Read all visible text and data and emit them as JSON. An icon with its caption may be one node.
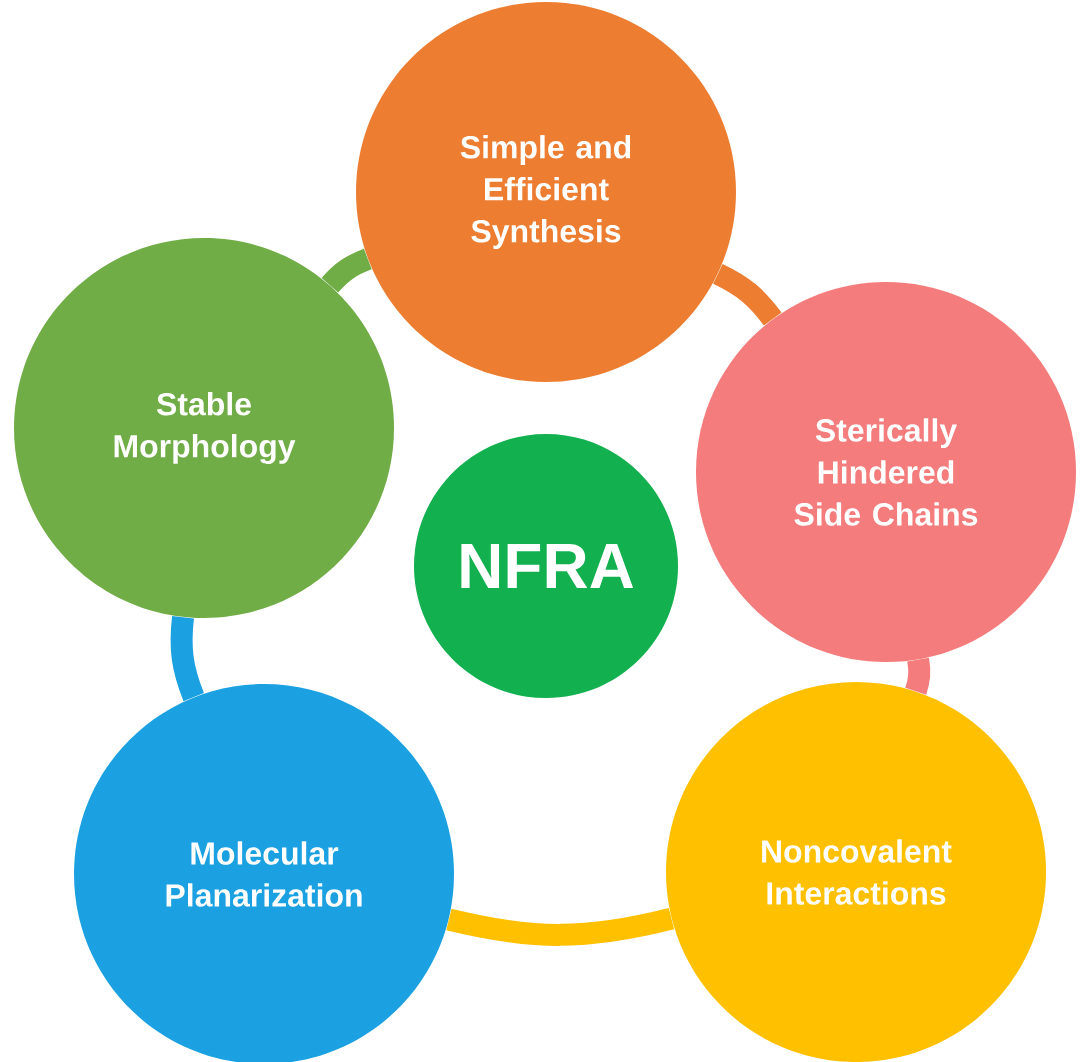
{
  "diagram": {
    "nodes": [
      {
        "text": [
          "Simple and Efficient Synthesis"
        ]
      },
      {
        "text": [
          "Sterically Hindered Side Chains"
        ]
      },
      {
        "text": [
          "Noncovalent Interactions"
        ]
      },
      {
        "text": [
          "Molecular Planarization"
        ]
      },
      {
        "text": [
          "Stable Morphology"
        ]
      },
      {
        "text": [
          "NFRA"
        ]
      }
    ],
    "edges": [
      {
        "from": 0,
        "to": 1,
        "arrow": "none",
        "color": "#ed7d31"
      },
      {
        "from": 1,
        "to": 2,
        "arrow": "none",
        "color": "#f47c7c"
      },
      {
        "from": 2,
        "to": 3,
        "arrow": "none",
        "color": "#ffc000"
      },
      {
        "from": 3,
        "to": 4,
        "arrow": "none",
        "color": "#1ba1e2"
      },
      {
        "from": 4,
        "to": 0,
        "arrow": "none",
        "color": "#70ad47"
      }
    ]
  }
}
